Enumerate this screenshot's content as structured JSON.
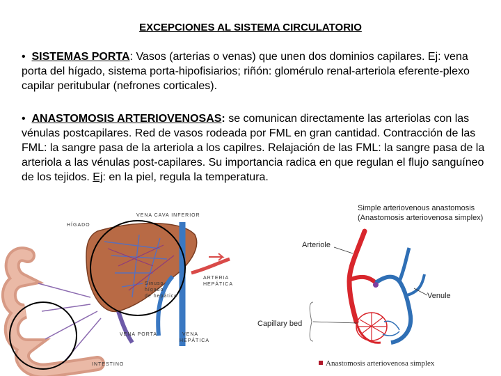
{
  "title": "EXCEPCIONES AL SISTEMA CIRCULATORIO",
  "bullets": [
    {
      "marker": "•",
      "term": "SISTEMAS PORTA",
      "sep": ":",
      "text": " Vasos (arterias o venas) que unen dos dominios capilares. Ej: vena porta del hígado, sistema porta-hipofisiarios; riñón: glomérulo renal-arteriola eferente-plexo capilar peritubular (nefrones corticales)."
    },
    {
      "marker": "•",
      "term": "ANASTOMOSIS ARTERIOVENOSAS",
      "sep": ":",
      "text": " se comunican directamente las arteriolas con las vénulas postcapilares. Red de vasos rodeada por FML en gran cantidad. Contracción de las FML: la sangre pasa de la arteriola a los capilres. Relajación de las FML: la sangre pasa de la arteriola a las vénulas post-capilares. Su importancia radica en que regulan el flujo sanguíneo de los tejidos. ",
      "ej": "Ej",
      "tail": ": en la piel, regula la temperatura."
    }
  ],
  "liver_figure": {
    "labels": {
      "higado": "HÍGADO",
      "vena_cava": "VENA CAVA INFERIOR",
      "arteria": "ARTERIA",
      "hepatica1": "HEPÁTICA",
      "sinusoides1": "Sinuso",
      "sinusoides2": "hígado",
      "sinusoides3": "de hepático",
      "vena_porta": "VENA PORTA",
      "vena": "VENA",
      "hepatica2": "HEPÁTICA",
      "intestino": "INTESTINO"
    }
  },
  "ava_figure": {
    "title_line1": "Simple arteriovenous anastomosis",
    "title_line2": "(Anastomosis arteriovenosa simplex)",
    "arteriole": "Arteriole",
    "venule": "Venule",
    "capillary_bed": "Capillary bed",
    "caption": "Anastomosis arteriovenosa simplex",
    "colors": {
      "artery": "#d8262c",
      "vein": "#2f6fb5",
      "caption_marker": "#b0182a"
    }
  }
}
